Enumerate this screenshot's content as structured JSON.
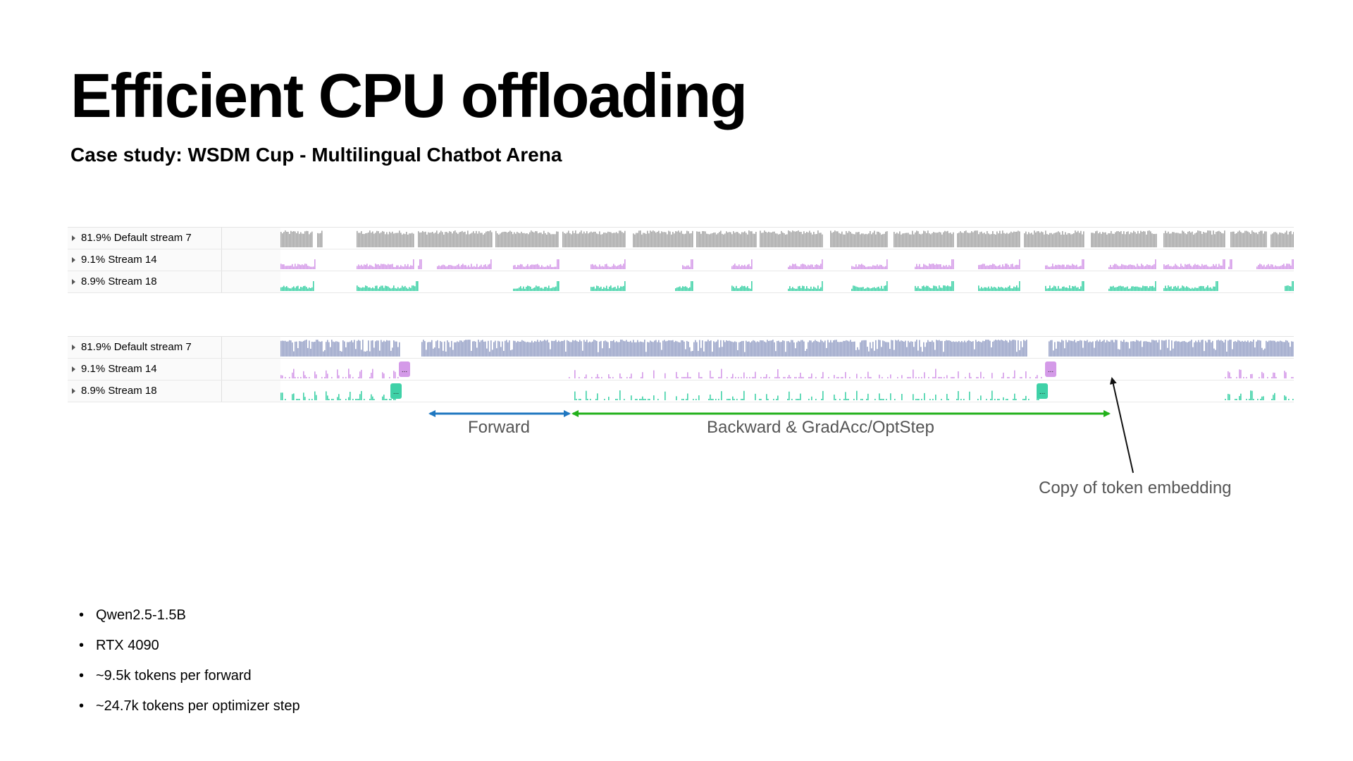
{
  "slide": {
    "title": "Efficient CPU offloading",
    "subtitle": "Case study: WSDM Cup - Multilingual Chatbot Arena"
  },
  "traces": [
    {
      "rows": [
        {
          "label": "81.9% Default stream 7",
          "color": "#a8a8a8"
        },
        {
          "label": "9.1% Stream 14",
          "color": "#d49ae8"
        },
        {
          "label": "8.9% Stream 18",
          "color": "#3fd1a7"
        }
      ]
    },
    {
      "rows": [
        {
          "label": "81.9% Default stream 7",
          "color": "#9aa4c8"
        },
        {
          "label": "9.1% Stream 14",
          "color": "#d49ae8"
        },
        {
          "label": "8.9% Stream 18",
          "color": "#3fd1a7"
        }
      ],
      "collapsed_marker": "..."
    }
  ],
  "annotations": {
    "forward_label": "Forward",
    "backward_label": "Backward & GradAcc/OptStep",
    "copy_label": "Copy of token embedding",
    "forward_color": "#1f77c0",
    "backward_color": "#22b11b"
  },
  "bullets": [
    "Qwen2.5-1.5B",
    "RTX 4090",
    "~9.5k tokens per forward",
    "~24.7k tokens per optimizer step"
  ]
}
